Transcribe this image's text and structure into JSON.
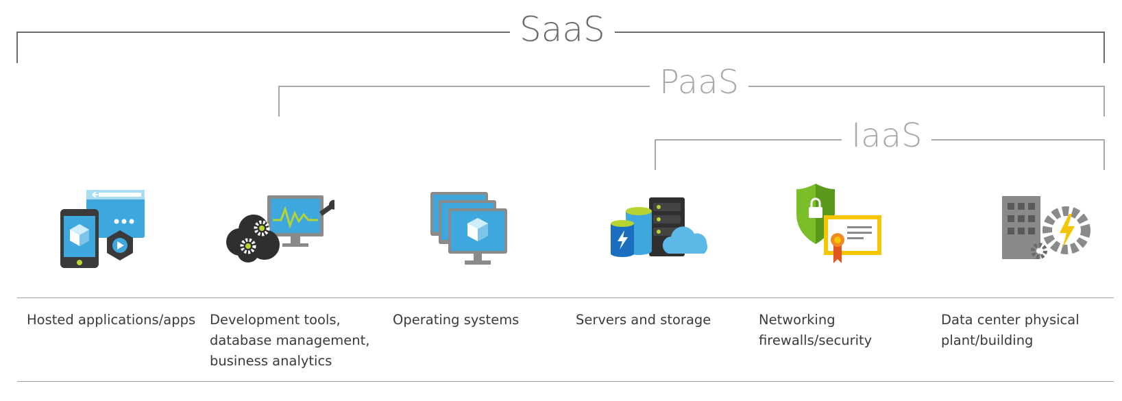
{
  "brackets": {
    "saas": "SaaS",
    "paas": "PaaS",
    "iaas": "IaaS"
  },
  "columns": [
    {
      "icon": "mobile-app-icon",
      "lines": [
        "Hosted applications/apps"
      ]
    },
    {
      "icon": "dev-tools-icon",
      "lines": [
        "Development tools,",
        "database management,",
        "business analytics"
      ]
    },
    {
      "icon": "operating-systems-icon",
      "lines": [
        "Operating systems"
      ]
    },
    {
      "icon": "servers-storage-icon",
      "lines": [
        "Servers and storage"
      ]
    },
    {
      "icon": "network-security-icon",
      "lines": [
        "Networking",
        "firewalls/security"
      ]
    },
    {
      "icon": "datacenter-building-icon",
      "lines": [
        "Data center physical",
        "plant/building"
      ]
    }
  ],
  "colors": {
    "saas_line": "#6b6b6b",
    "paas_iaas_line": "#a8a8a8",
    "azure_blue": "#3ea7de",
    "green": "#7cbd2a",
    "yellow": "#f4c500",
    "gray": "#8a8a8a",
    "dark": "#333333"
  }
}
